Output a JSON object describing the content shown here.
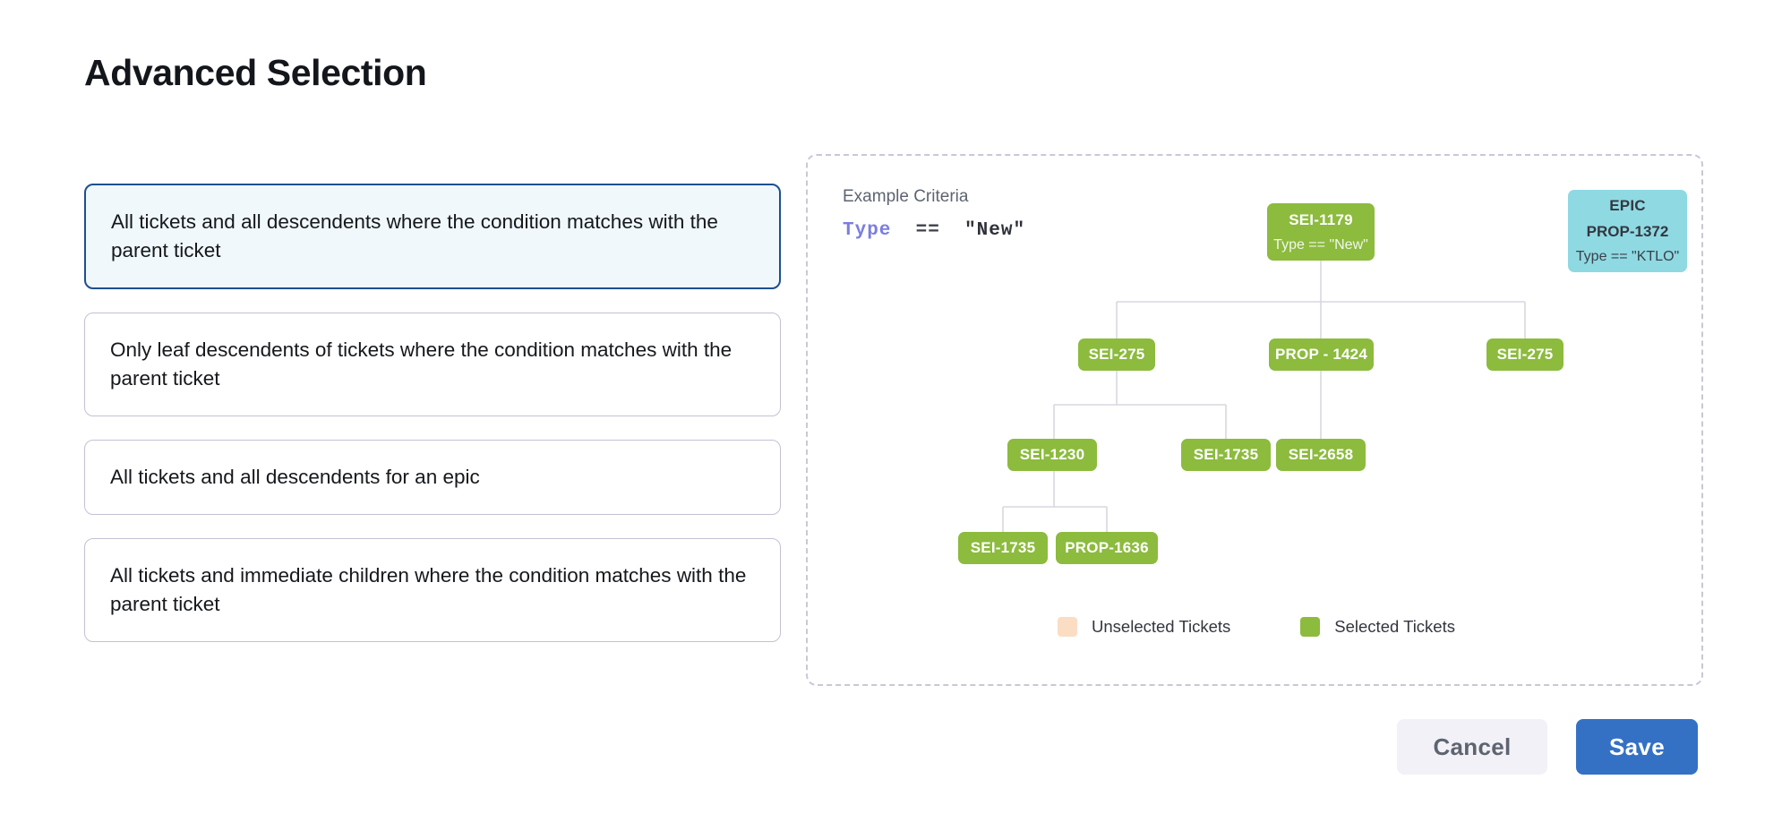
{
  "page": {
    "title": "Advanced Selection"
  },
  "options": [
    {
      "id": "all-descendents-condition",
      "label": "All tickets and all descendents where the condition matches with the parent ticket",
      "selected": true
    },
    {
      "id": "leaf-descendents-condition",
      "label": "Only leaf descendents of tickets where the condition matches with the parent ticket",
      "selected": false
    },
    {
      "id": "all-descendents-epic",
      "label": "All tickets and all descendents for an epic",
      "selected": false
    },
    {
      "id": "immediate-children-condition",
      "label": "All tickets and immediate children where the condition matches with the parent ticket",
      "selected": false
    }
  ],
  "diagram": {
    "criteria_label": "Example Criteria",
    "criteria": {
      "field": "Type",
      "operator": "==",
      "value": "\"New\""
    },
    "nodes": {
      "root": {
        "title": "SEI-1179",
        "subtitle": "Type == \"New\""
      },
      "epic": {
        "tag": "EPIC",
        "title": "PROP-1372",
        "subtitle": "Type == \"KTLO\""
      },
      "row2_left": {
        "title": "SEI-275"
      },
      "row2_center": {
        "title": "PROP - 1424"
      },
      "row2_right": {
        "title": "SEI-275"
      },
      "row3_left": {
        "title": "SEI-1230"
      },
      "row3_center": {
        "title": "SEI-1735"
      },
      "row3_right": {
        "title": "SEI-2658"
      },
      "row4_left": {
        "title": "SEI-1735"
      },
      "row4_right": {
        "title": "PROP-1636"
      }
    },
    "legend": [
      {
        "label": "Unselected Tickets",
        "color": "#fbddc4"
      },
      {
        "label": "Selected Tickets",
        "color": "#8cbb3e"
      }
    ]
  },
  "footer": {
    "cancel_label": "Cancel",
    "save_label": "Save"
  },
  "colors": {
    "selected_node": "#8cbb3e",
    "epic_node": "#8fd9e3",
    "unselected_node": "#fbddc4",
    "primary_button": "#3471c4",
    "selected_card_border": "#1d4f91",
    "selected_card_background": "#f0f8fb",
    "criteria_keyword": "#7b7ee0"
  }
}
